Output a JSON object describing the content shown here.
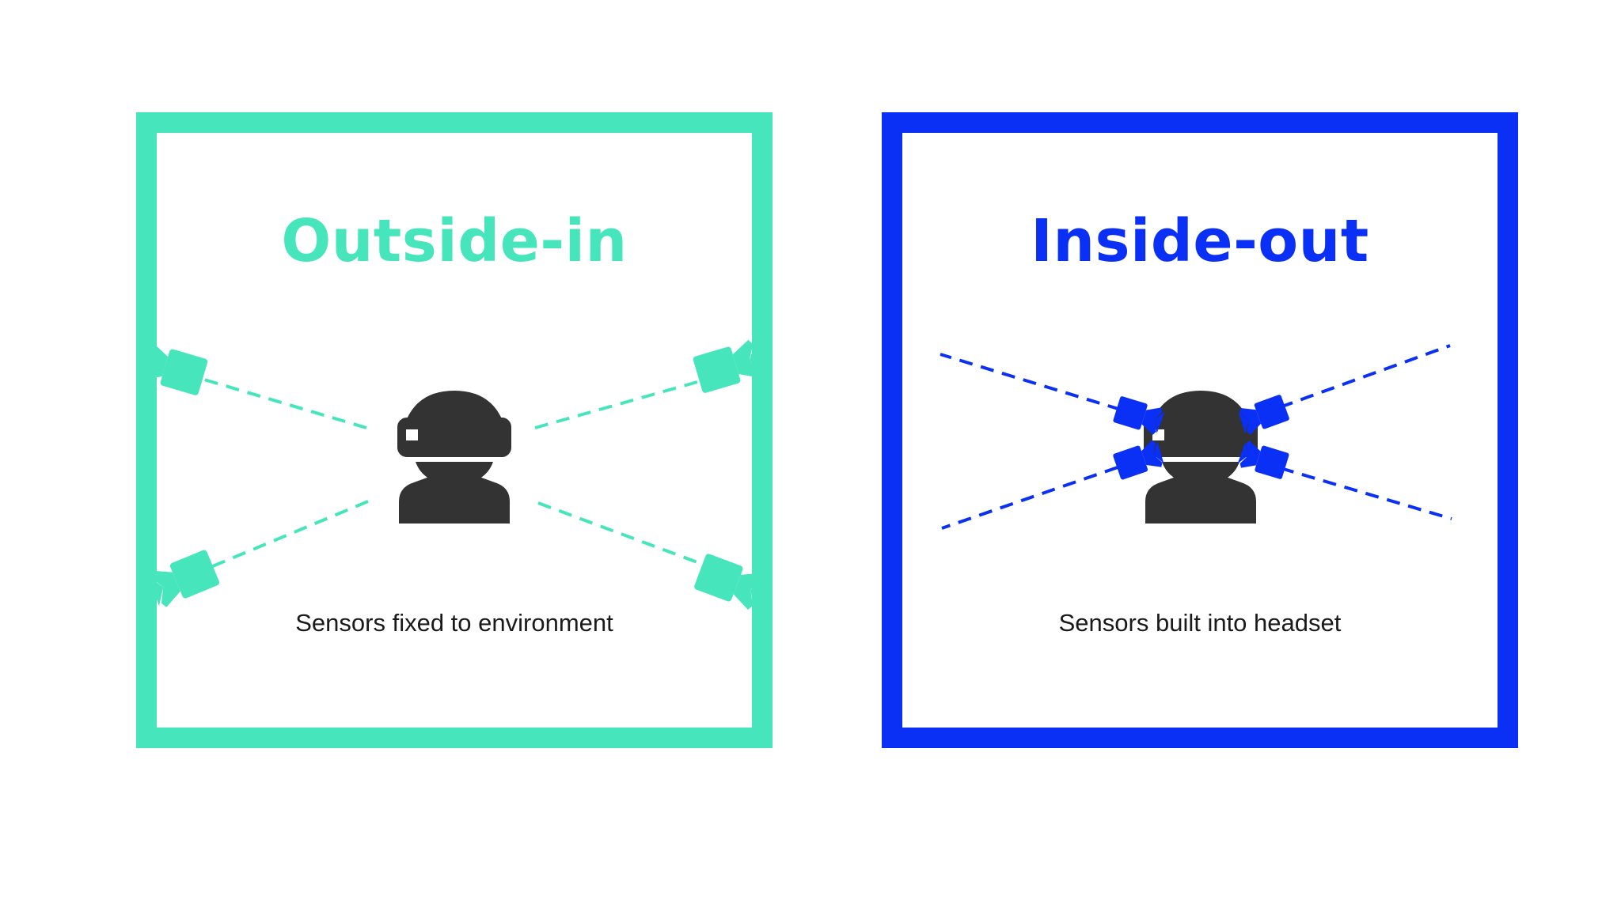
{
  "colors": {
    "outside_in": "#46e5bc",
    "inside_out": "#0a2ff5",
    "figure": "#333333"
  },
  "panels": {
    "outside_in": {
      "title": "Outside-in",
      "caption": "Sensors fixed to environment",
      "icons": [
        "vr-user-icon",
        "camera-icon"
      ]
    },
    "inside_out": {
      "title": "Inside-out",
      "caption": "Sensors built into headset",
      "icons": [
        "vr-user-icon",
        "camera-icon"
      ]
    }
  }
}
